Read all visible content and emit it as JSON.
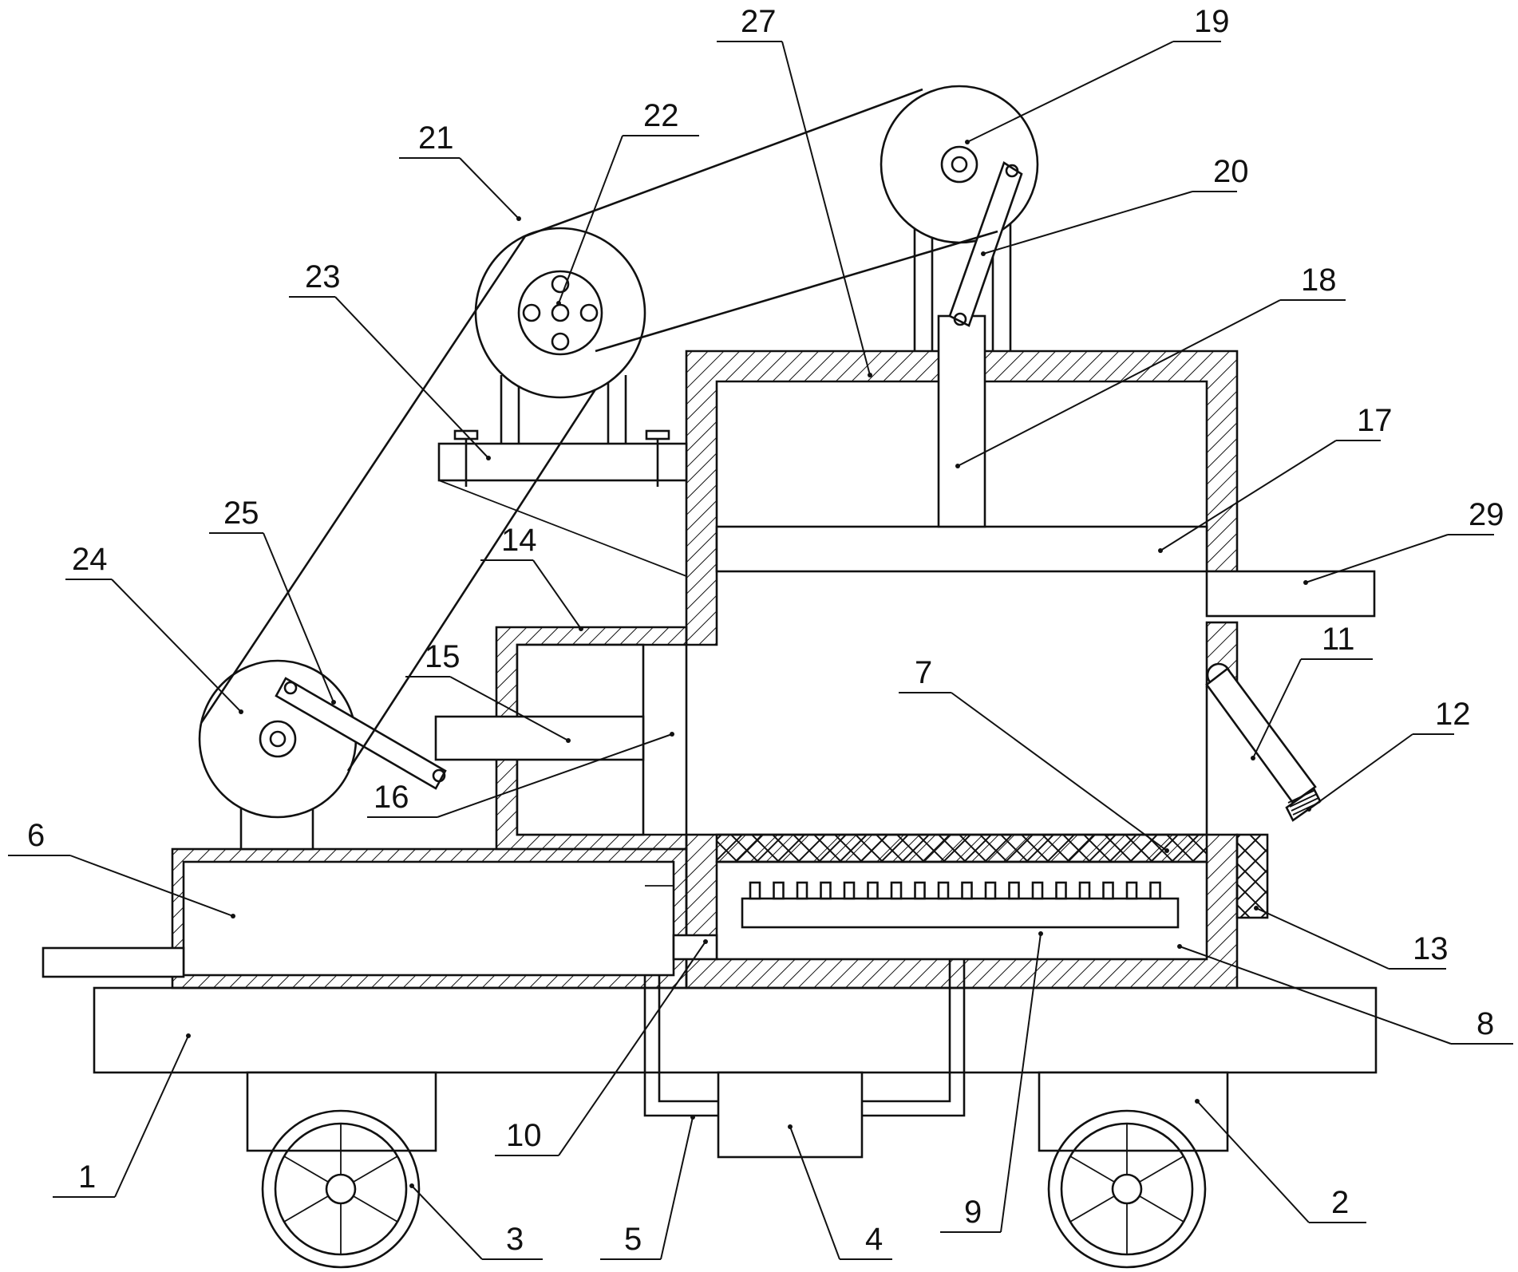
{
  "labels": [
    "1",
    "2",
    "3",
    "4",
    "5",
    "6",
    "7",
    "8",
    "9",
    "10",
    "11",
    "12",
    "13",
    "14",
    "15",
    "16",
    "17",
    "18",
    "19",
    "20",
    "21",
    "22",
    "23",
    "24",
    "25",
    "27",
    "29"
  ]
}
